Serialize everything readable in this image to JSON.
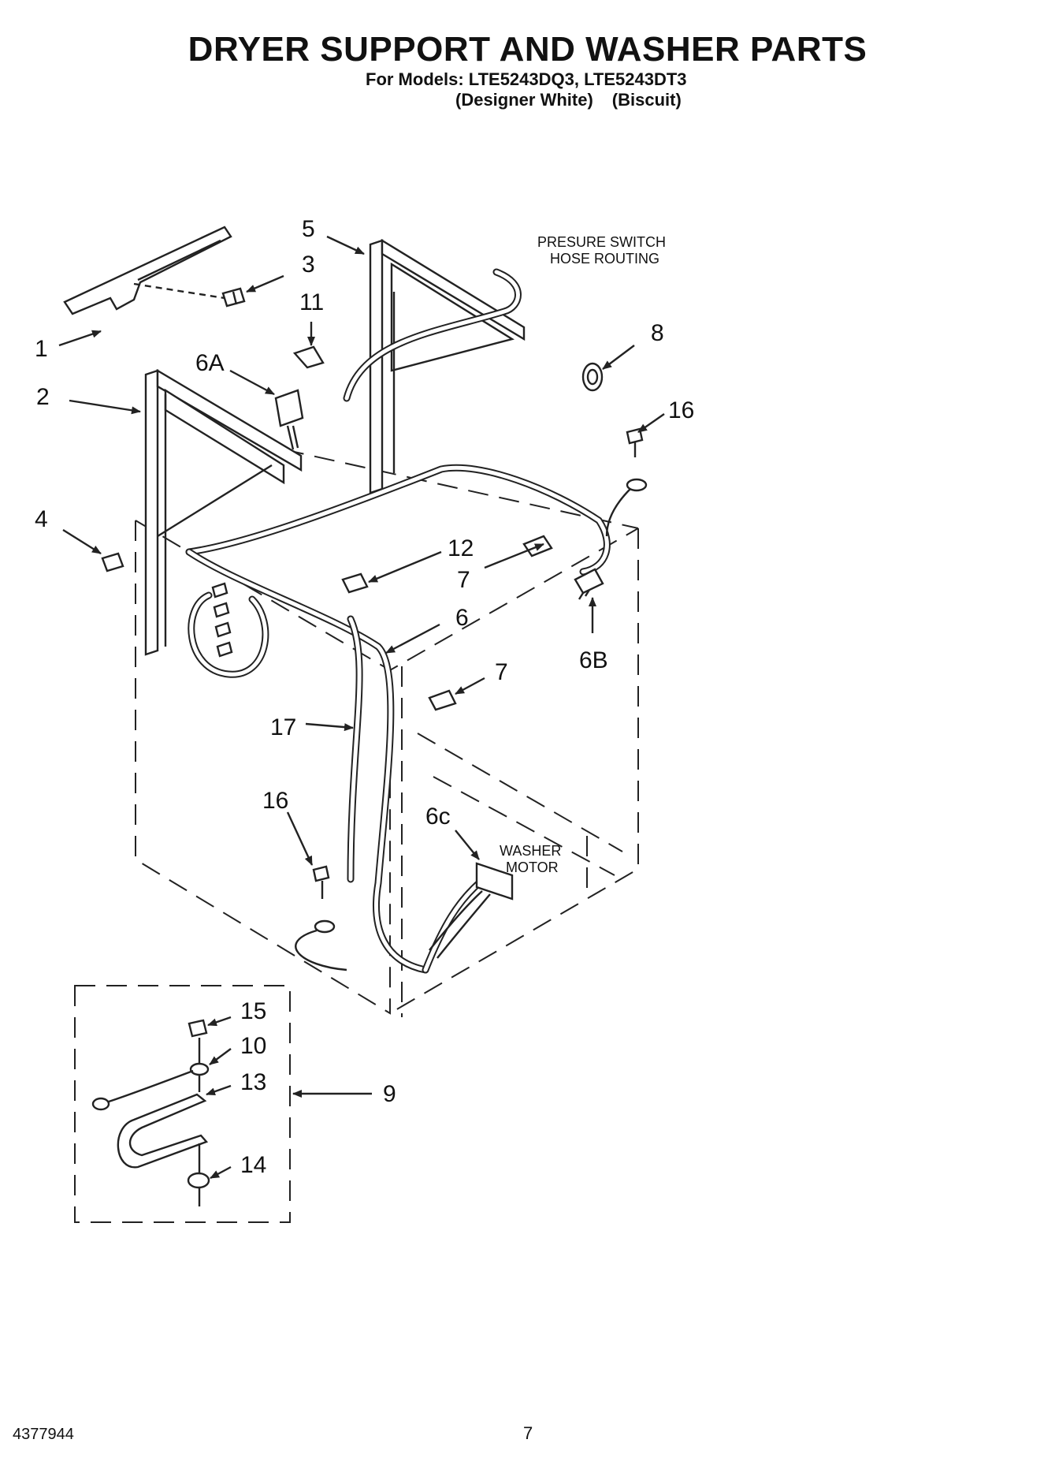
{
  "header": {
    "title": "DRYER SUPPORT AND WASHER PARTS",
    "models": "For Models: LTE5243DQ3, LTE5243DT3",
    "color_1": "(Designer White)",
    "color_2": "(Biscuit)"
  },
  "notes": {
    "pressure_switch_1": "PRESURE SWITCH",
    "pressure_switch_2": "HOSE ROUTING",
    "washer_motor_1": "WASHER",
    "washer_motor_2": "MOTOR"
  },
  "callouts": {
    "c1": "1",
    "c2": "2",
    "c3": "3",
    "c4": "4",
    "c5": "5",
    "c6": "6",
    "c6A": "6A",
    "c6B": "6B",
    "c6c": "6c",
    "c7a": "7",
    "c7b": "7",
    "c8": "8",
    "c9": "9",
    "c10": "10",
    "c11": "11",
    "c12": "12",
    "c13": "13",
    "c14": "14",
    "c15": "15",
    "c16a": "16",
    "c16b": "16",
    "c17": "17"
  },
  "footer": {
    "doc_number": "4377944",
    "page_number": "7"
  }
}
